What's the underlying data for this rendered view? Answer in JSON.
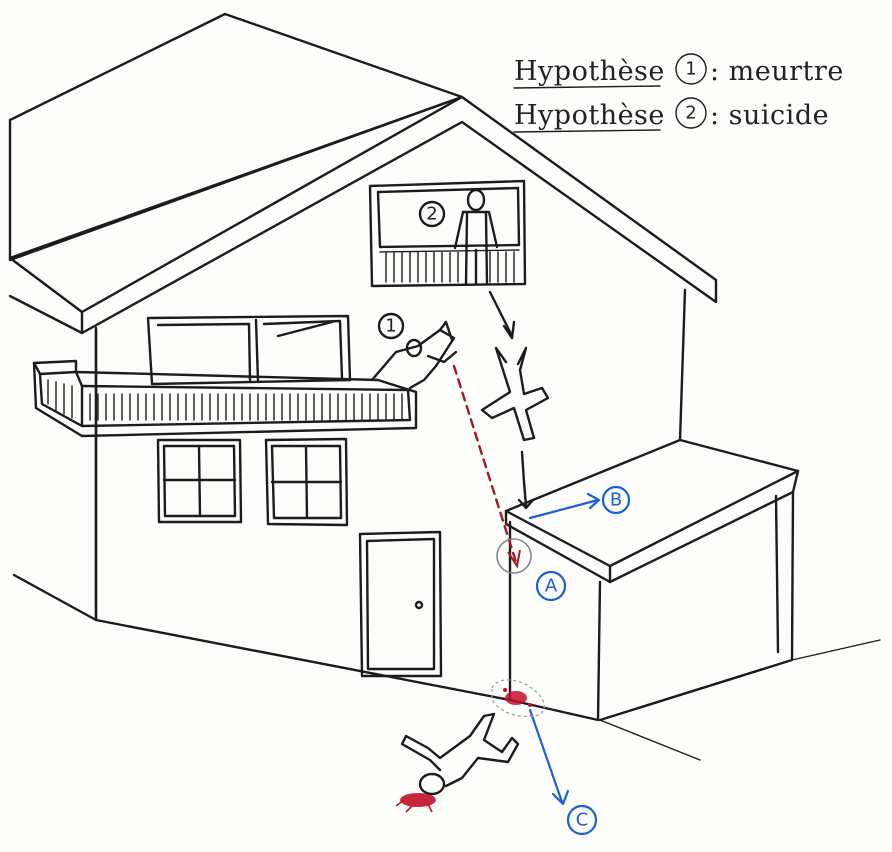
{
  "hypotheses": [
    {
      "prefix": "Hypothèse",
      "num": "1",
      "suffix": ": meurtre"
    },
    {
      "prefix": "Hypothèse",
      "num": "2",
      "suffix": ": suicide"
    }
  ],
  "markers": {
    "scenario_1": "1",
    "scenario_2": "2"
  },
  "points": {
    "a": "A",
    "b": "B",
    "c": "C"
  },
  "colors": {
    "ink": "#1c1c1c",
    "blue_annotation": "#1a5fd6",
    "blood": "#c0102a",
    "trajectory": "#9e1b2b"
  }
}
